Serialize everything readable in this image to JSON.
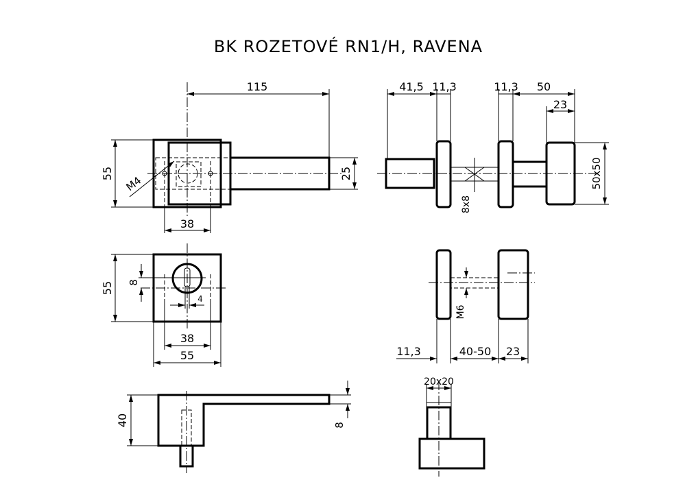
{
  "title": "BK ROZETOVÉ RN1/H, RAVENA",
  "front_view": {
    "dim_length": "115",
    "dim_height": "55",
    "dim_bar": "25",
    "dim_holes": "38",
    "thread": "M4"
  },
  "side_view": {
    "dim_knob": "41,5",
    "dim_rosette_1": "11,3",
    "dim_rosette_2": "11,3",
    "dim_total": "50",
    "dim_knob_depth": "23",
    "dim_knob_size": "50x50",
    "spindle": "8x8"
  },
  "escutcheon_view": {
    "dim_height": "55",
    "dim_slot": "8",
    "dim_slot_width": "4",
    "dim_holes": "38",
    "dim_width": "55"
  },
  "knob_side_view": {
    "dim_rosette": "11,3",
    "dim_door": "40-50",
    "dim_knob": "23",
    "thread": "M6"
  },
  "lever_profile": {
    "dim_height": "40",
    "dim_thickness": "8"
  },
  "lever_end_view": {
    "dim_square": "20x20"
  }
}
